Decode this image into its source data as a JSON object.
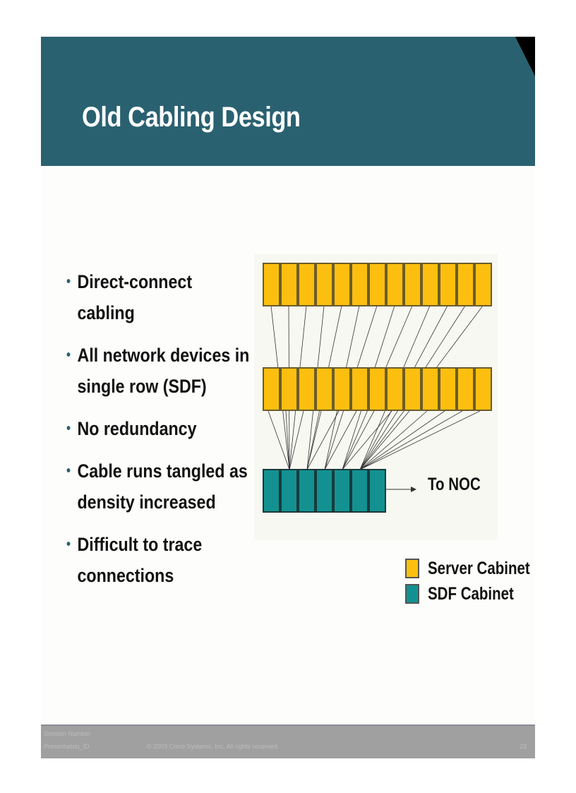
{
  "slide": {
    "title": "Old Cabling Design",
    "bullets": [
      "Direct-connect cabling",
      "All network devices in single row (SDF)",
      "No redundancy",
      "Cable runs tangled as density increased",
      "Difficult to trace connections"
    ],
    "diagram": {
      "server_row_1_count": 13,
      "server_row_2_count": 13,
      "sdf_row_count": 7,
      "to_noc_label": "To NOC"
    },
    "legend": [
      {
        "label": "Server Cabinet",
        "color": "#fdbf0f"
      },
      {
        "label": "SDF Cabinet",
        "color": "#139191"
      }
    ],
    "footer": {
      "session": "Session Number",
      "presentation": "Presentation_ID",
      "copyright": "© 2003 Cisco Systems, Inc. All rights reserved.",
      "page": "23"
    },
    "colors": {
      "header": "#2a6170",
      "server": "#fdbf0f",
      "sdf": "#139191",
      "footer": "#a0a0a0"
    }
  }
}
